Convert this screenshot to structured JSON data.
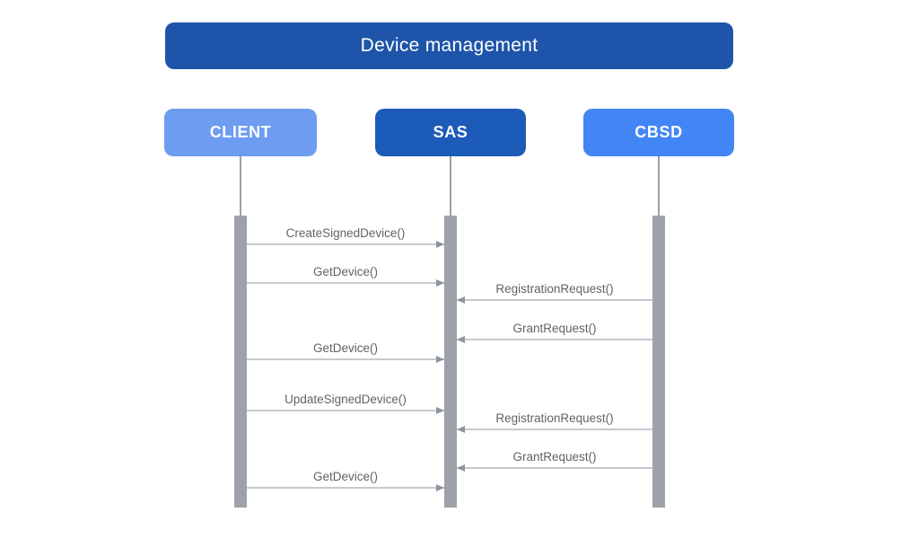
{
  "diagram": {
    "type": "sequence-diagram",
    "title": "Device management",
    "actors": [
      {
        "id": "client",
        "label": "CLIENT",
        "color": "#6D9CF0"
      },
      {
        "id": "sas",
        "label": "SAS",
        "color": "#1D5BB8"
      },
      {
        "id": "cbsd",
        "label": "CBSD",
        "color": "#4285F4"
      }
    ],
    "messages": [
      {
        "label": "CreateSignedDevice()",
        "from": "CLIENT",
        "to": "SAS"
      },
      {
        "label": "GetDevice()",
        "from": "CLIENT",
        "to": "SAS"
      },
      {
        "label": "RegistrationRequest()",
        "from": "CBSD",
        "to": "SAS"
      },
      {
        "label": "GrantRequest()",
        "from": "CBSD",
        "to": "SAS"
      },
      {
        "label": "GetDevice()",
        "from": "CLIENT",
        "to": "SAS"
      },
      {
        "label": "UpdateSignedDevice()",
        "from": "CLIENT",
        "to": "SAS"
      },
      {
        "label": "RegistrationRequest()",
        "from": "CBSD",
        "to": "SAS"
      },
      {
        "label": "GrantRequest()",
        "from": "CBSD",
        "to": "SAS"
      },
      {
        "label": "GetDevice()",
        "from": "CLIENT",
        "to": "SAS"
      }
    ],
    "colors": {
      "title_bg": "#1E55AA",
      "background": "#FFFFFF",
      "activation_bar": "#9DA2AA",
      "lifeline": "#9AA0A6",
      "arrow_line": "#C7CACD",
      "arrow_head": "#8F949C",
      "message_text": "#5F6368",
      "actor_text": "#FFFFFF"
    }
  }
}
